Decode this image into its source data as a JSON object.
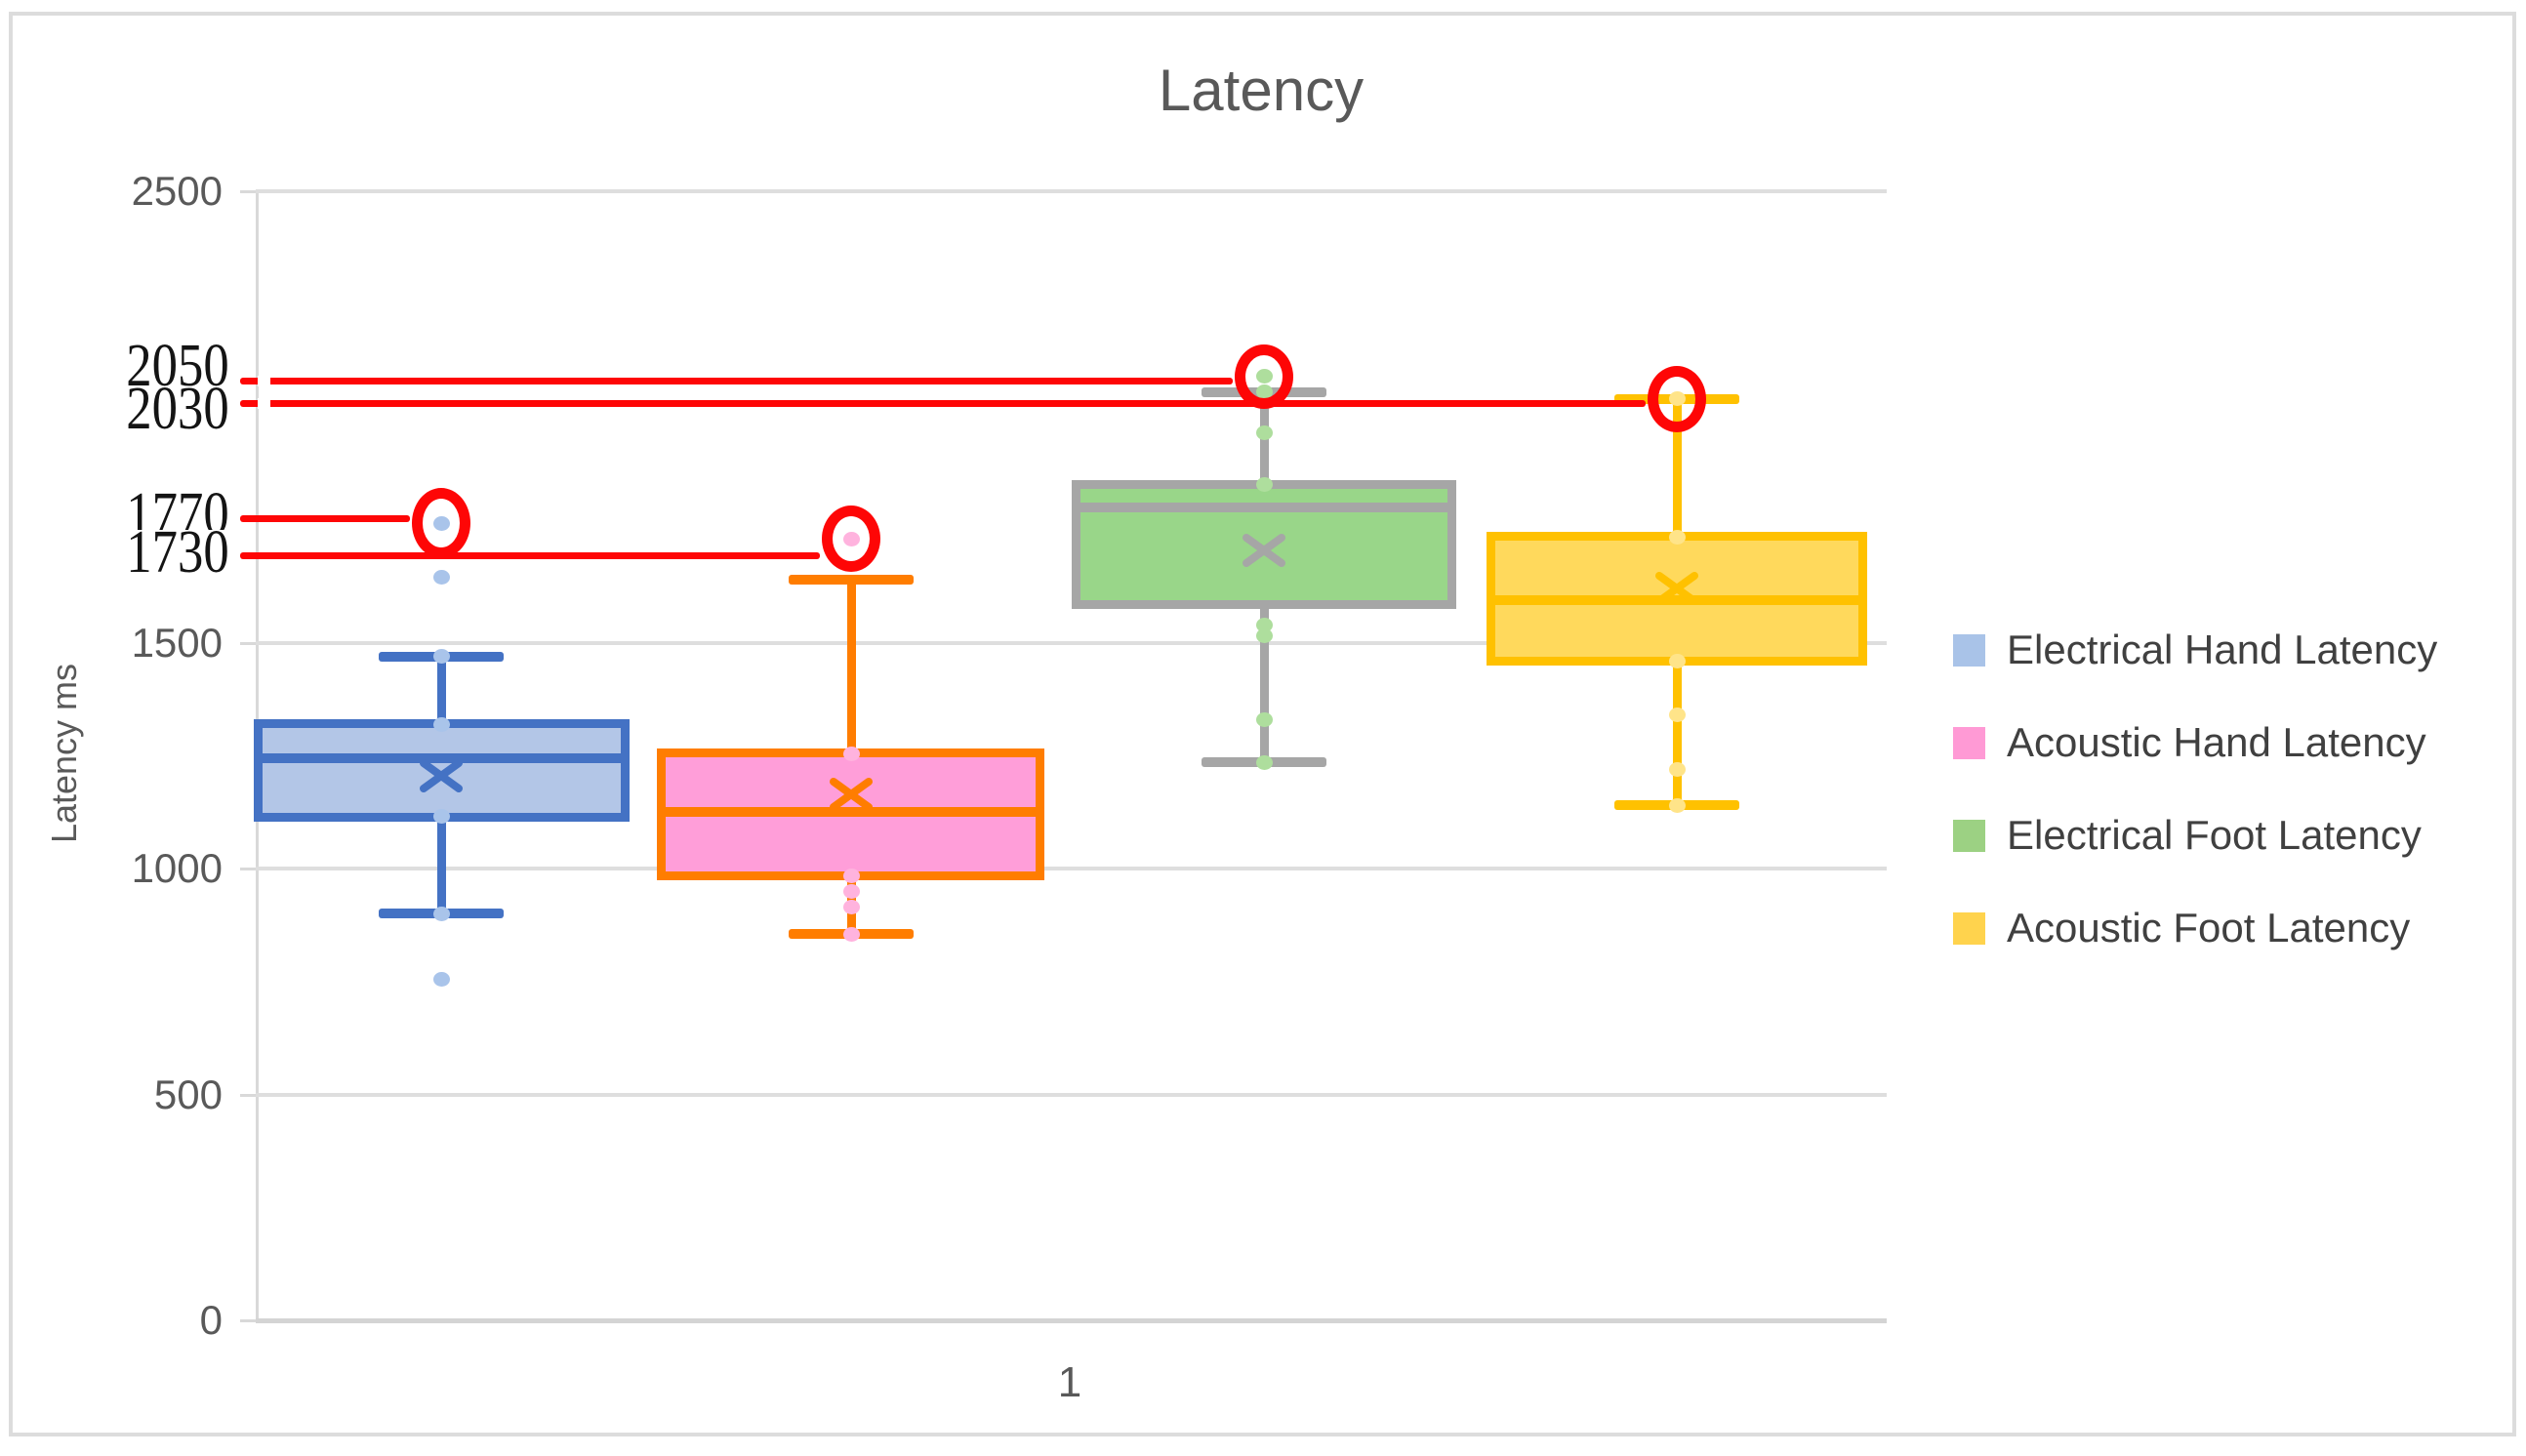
{
  "figure": {
    "title": "Latency",
    "title_color": "#595959",
    "border_color": "#dcdcdc",
    "background": "#ffffff"
  },
  "y_axis": {
    "title": "Latency ms",
    "min": 0,
    "max": 2500,
    "tick_interval": 500,
    "visible_ticks": [
      {
        "label": "2500",
        "value": 2500
      },
      {
        "label": "1500",
        "value": 1500
      },
      {
        "label": "1000",
        "value": 1000
      },
      {
        "label": "500",
        "value": 500
      },
      {
        "label": "0",
        "value": 0
      }
    ],
    "label_color": "#595959",
    "gridline_color": "#dedede"
  },
  "x_axis": {
    "category_label": "1",
    "label_color": "#595959"
  },
  "legend": {
    "position": "right",
    "items": [
      {
        "label": "Electrical Hand Latency",
        "color": "#a9c3e8"
      },
      {
        "label": "Acoustic Hand Latency",
        "color": "#ff9ad5"
      },
      {
        "label": "Electrical Foot Latency",
        "color": "#9cd183"
      },
      {
        "label": "Acoustic Foot Latency",
        "color": "#ffd34d"
      }
    ]
  },
  "chart_data": {
    "type": "boxplot",
    "title": "Latency",
    "xlabel": "",
    "ylabel": "Latency ms",
    "ylim": [
      0,
      2500
    ],
    "grid": true,
    "categories": [
      "1"
    ],
    "series": [
      {
        "name": "Electrical Hand Latency",
        "fill": "#b3c6e7",
        "border": "#4472c4",
        "marker": "#a9c4ea",
        "whisker_low": 900,
        "q1": 1115,
        "median": 1245,
        "mean": 1205,
        "q3": 1320,
        "whisker_high": 1470,
        "outliers": [
          1765,
          1645,
          755
        ],
        "points": [
          1765,
          1645,
          1470,
          1320,
          1115,
          900,
          755
        ]
      },
      {
        "name": "Acoustic Hand Latency",
        "fill": "#ff9ed9",
        "border": "#ff7d00",
        "marker": "#ffb3de",
        "whisker_low": 855,
        "q1": 985,
        "median": 1125,
        "mean": 1165,
        "q3": 1255,
        "whisker_high": 1640,
        "outliers": [
          1730
        ],
        "points": [
          1730,
          1255,
          985,
          950,
          915,
          855
        ]
      },
      {
        "name": "Electrical Foot Latency",
        "fill": "#99d689",
        "border": "#a6a6a6",
        "marker": "#aede9d",
        "whisker_low": 1235,
        "q1": 1585,
        "median": 1800,
        "mean": 1705,
        "q3": 1850,
        "whisker_high": 2055,
        "outliers": [
          2090
        ],
        "points": [
          2090,
          2055,
          1965,
          1850,
          1540,
          1515,
          1330,
          1235
        ]
      },
      {
        "name": "Acoustic Foot Latency",
        "fill": "#ffd95c",
        "border": "#ffc100",
        "marker": "#ffe489",
        "whisker_low": 1140,
        "q1": 1460,
        "median": 1595,
        "mean": 1620,
        "q3": 1735,
        "whisker_high": 2040,
        "outliers": [],
        "points": [
          2040,
          1735,
          1460,
          1340,
          1220,
          1140
        ]
      }
    ],
    "annotations": [
      {
        "label": "2050",
        "color": "#fe0606",
        "series_index": 2,
        "circled_value": 2090
      },
      {
        "label": "2030",
        "color": "#fe0606",
        "series_index": 3,
        "circled_value": 2040
      },
      {
        "label": "1770",
        "color": "#fe0606",
        "series_index": 0,
        "circled_value": 1765
      },
      {
        "label": "1730",
        "color": "#fe0606",
        "series_index": 1,
        "circled_value": 1730
      }
    ]
  }
}
